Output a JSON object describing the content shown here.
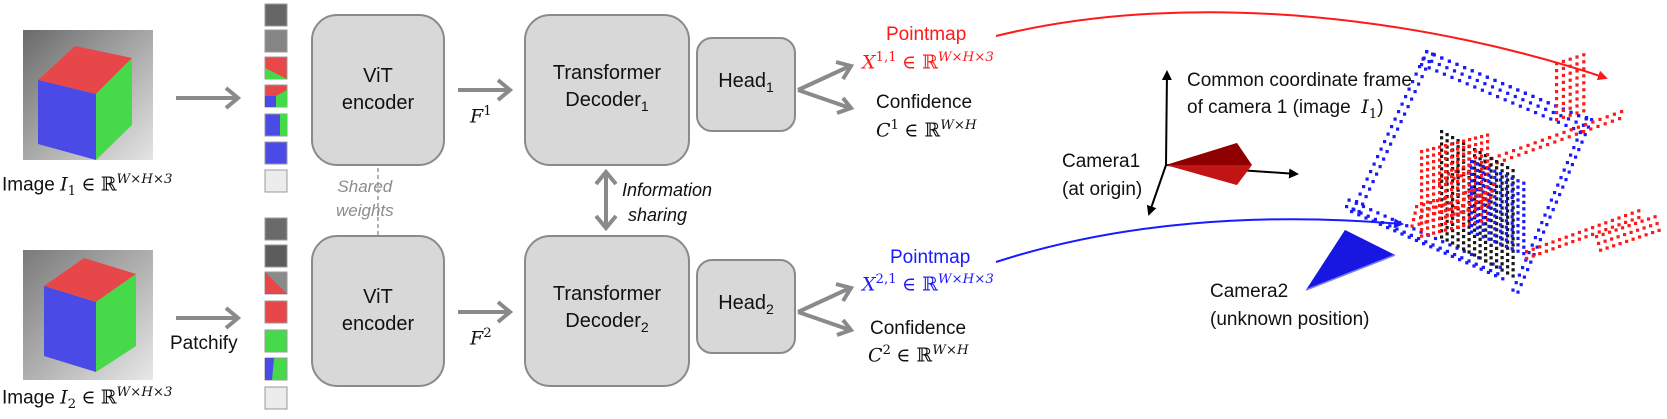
{
  "colors": {
    "red": "#ff1a1a",
    "blue": "#1a1aff",
    "gray_box": "#d8d8d8",
    "arrow": "#8a8a8a",
    "cube_red": "#e8474a",
    "cube_green": "#46d94a",
    "cube_blue": "#4a4ae6"
  },
  "inputs": [
    {
      "label": "Image",
      "symbol": "I",
      "index": "1",
      "space_exp": "W×H×3",
      "set": "ℝ",
      "elem": "∈"
    },
    {
      "label": "Image",
      "symbol": "I",
      "index": "2",
      "space_exp": "W×H×3",
      "set": "ℝ",
      "elem": "∈"
    }
  ],
  "patchify_label": "Patchify",
  "encoder": {
    "line1": "ViT",
    "line2": "encoder"
  },
  "shared_weights": {
    "line1": "Shared",
    "line2": "weights"
  },
  "features": [
    {
      "symbol": "F",
      "sup": "1"
    },
    {
      "symbol": "F",
      "sup": "2"
    }
  ],
  "decoder": {
    "line1": "Transformer",
    "line2": "Decoder",
    "subs": [
      "1",
      "2"
    ]
  },
  "info_sharing": {
    "line1": "Information",
    "line2": "sharing"
  },
  "head": {
    "label": "Head",
    "subs": [
      "1",
      "2"
    ]
  },
  "outputs": [
    {
      "pointmap_label": "Pointmap",
      "pm_symbol": "X",
      "pm_sup": "1,1",
      "pm_space": "W×H×3",
      "conf_label": "Confidence",
      "conf_symbol": "C",
      "conf_sup": "1",
      "conf_space": "W×H"
    },
    {
      "pointmap_label": "Pointmap",
      "pm_symbol": "X",
      "pm_sup": "2,1",
      "pm_space": "W×H×3",
      "conf_label": "Confidence",
      "conf_symbol": "C",
      "conf_sup": "2",
      "conf_space": "W×H"
    }
  ],
  "frame_caption": {
    "line1": "Common coordinate frame",
    "line2_prefix": "of camera 1 (image",
    "symbol": "I",
    "index": "1",
    "close": ")"
  },
  "camera1": {
    "line1": "Camera1",
    "line2": "(at origin)"
  },
  "camera2": {
    "line1": "Camera2",
    "line2": "(unknown position)"
  }
}
